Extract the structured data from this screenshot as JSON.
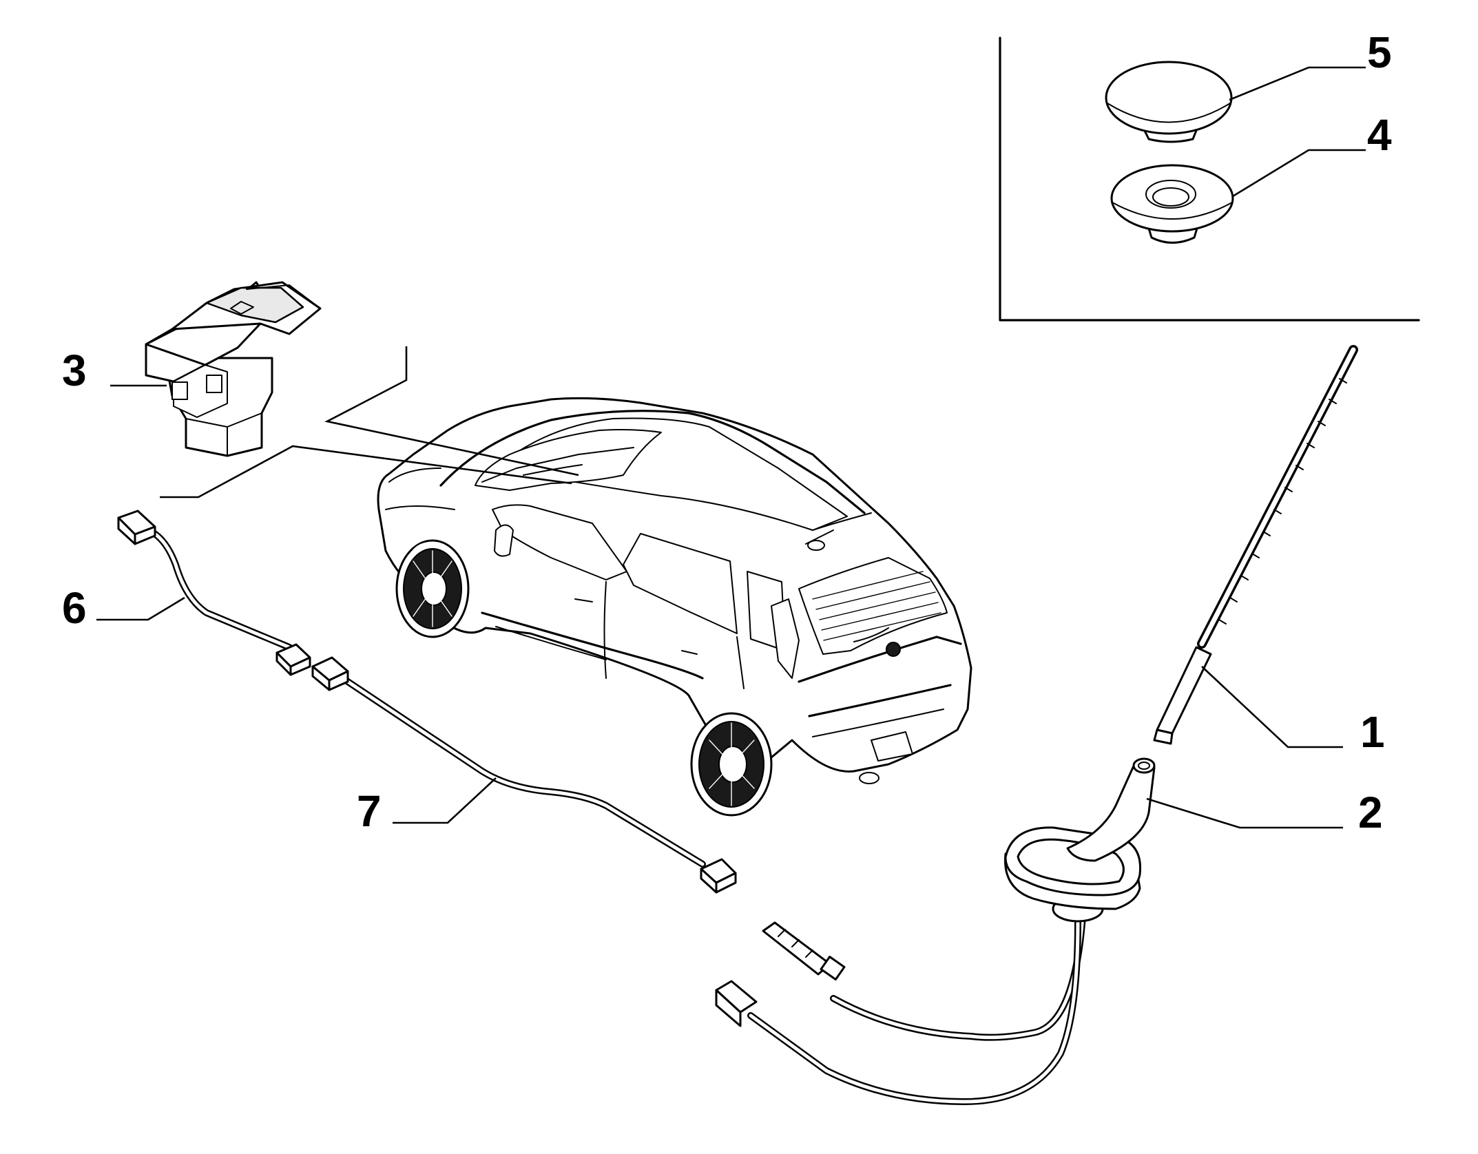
{
  "callouts": {
    "part_1": "1",
    "part_2": "2",
    "part_3": "3",
    "part_4": "4",
    "part_5": "5",
    "part_6": "6",
    "part_7": "7"
  },
  "colors": {
    "line": "#000000",
    "background": "#ffffff",
    "shade": "#e9e9e9"
  }
}
